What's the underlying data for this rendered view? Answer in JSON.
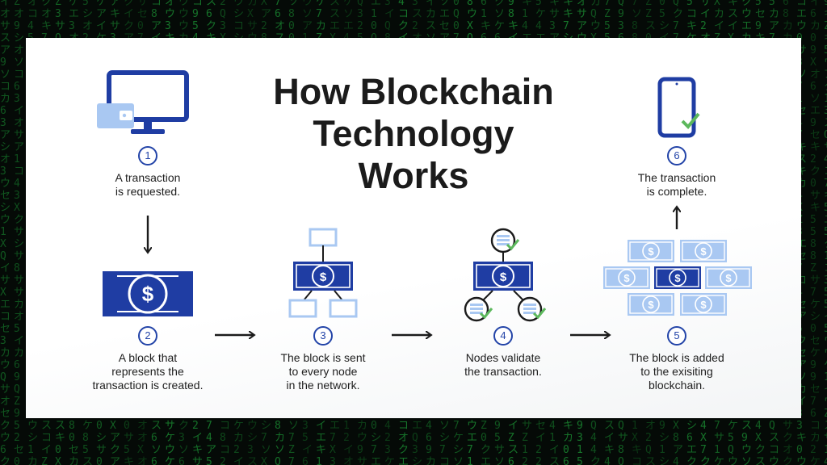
{
  "title": {
    "line1": "How Blockchain",
    "line2": "Technology",
    "line3": "Works"
  },
  "steps": [
    {
      "num": "1",
      "lines": [
        "A transaction",
        "is requested."
      ]
    },
    {
      "num": "2",
      "lines": [
        "A block that",
        "represents the",
        "transaction is created."
      ]
    },
    {
      "num": "3",
      "lines": [
        "The block is sent",
        "to every node",
        "in the network."
      ]
    },
    {
      "num": "4",
      "lines": [
        "Nodes validate",
        "the transaction."
      ]
    },
    {
      "num": "5",
      "lines": [
        "The block is added",
        "to the exisiting",
        "blockchain."
      ]
    },
    {
      "num": "6",
      "lines": [
        "The transaction",
        "is complete."
      ]
    }
  ],
  "icons": {
    "currency": "$",
    "step1": [
      "computer-monitor-icon",
      "wallet-icon"
    ],
    "step2": "banknote-icon",
    "step3": "network-block-icon",
    "step4": "validation-nodes-icon",
    "step5": "blockchain-blocks-icon",
    "step6": [
      "smartphone-icon",
      "checkmark-icon"
    ]
  },
  "colors": {
    "primary_blue": "#1f3da3",
    "light_blue": "#a9c8f2",
    "check_green": "#5cb85c",
    "background": "#050a07",
    "matrix_green": "#1e8a3c"
  }
}
